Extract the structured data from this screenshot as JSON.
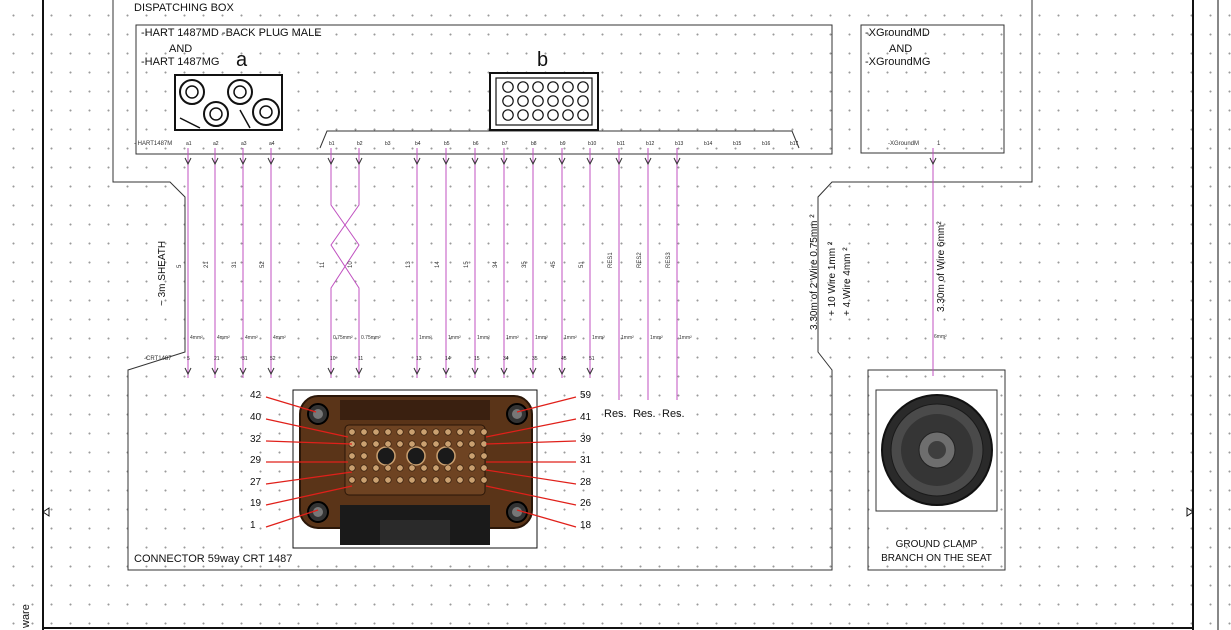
{
  "title": "DISPATCHING  BOX",
  "hart": {
    "line1": "-HART 1487MD -BACK PLUG MALE",
    "and": "AND",
    "line2": "-HART 1487MG",
    "label_a": "a",
    "label_b": "b",
    "terminal_label": "- HART1487M",
    "a_pins": [
      "a1",
      "a2",
      "a3",
      "a4"
    ],
    "b_pins": [
      "b1",
      "b2",
      "b3",
      "b4",
      "b5",
      "b6",
      "b7",
      "b8",
      "b9",
      "b10",
      "b11",
      "b12",
      "b13",
      "b14",
      "b15",
      "b16",
      "b17"
    ]
  },
  "xground": {
    "line1": "-XGroundMD",
    "and": "AND",
    "line2": "-XGroundMG",
    "terminal_label": "-XGroundM",
    "pin": "1"
  },
  "cable": {
    "sheath": "~ 3m SHEATH",
    "spec_line1": "3.30m of 2 Wire 0.75mm ²",
    "spec_line2": "+ 10 Wire 1mm ²",
    "spec_line3": "+ 4 Wire 4mm ²",
    "ground_spec": "3.30m of Wire 6mm²"
  },
  "wires": [
    {
      "id": "5",
      "section": "4mm²",
      "crt": "5"
    },
    {
      "id": "21",
      "section": "4mm²",
      "crt": "21"
    },
    {
      "id": "31",
      "section": "4mm²",
      "crt": "31"
    },
    {
      "id": "52",
      "section": "4mm²",
      "crt": "52"
    },
    {
      "id": "11",
      "section": "0.75mm²",
      "crt": "10"
    },
    {
      "id": "10",
      "section": "0.75mm²",
      "crt": "11"
    },
    {
      "id": "13",
      "section": "1mm²",
      "crt": "13"
    },
    {
      "id": "14",
      "section": "1mm²",
      "crt": "14"
    },
    {
      "id": "15",
      "section": "1mm²",
      "crt": "15"
    },
    {
      "id": "34",
      "section": "1mm²",
      "crt": "34"
    },
    {
      "id": "35",
      "section": "1mm²",
      "crt": "35"
    },
    {
      "id": "45",
      "section": "1mm²",
      "crt": "45"
    },
    {
      "id": "51",
      "section": "1mm²",
      "crt": "51"
    },
    {
      "id": "RES1",
      "section": "1mm²",
      "crt": ""
    },
    {
      "id": "RES2",
      "section": "1mm²",
      "crt": ""
    },
    {
      "id": "RES3",
      "section": "1mm²",
      "crt": ""
    }
  ],
  "ground_wire": {
    "section": "6mm²"
  },
  "crt": {
    "terminal_label": "-CRT1487",
    "connector_label": "CONNECTOR 59way CRT 1487",
    "left_pins": [
      "42",
      "40",
      "32",
      "29",
      "27",
      "19",
      "1"
    ],
    "right_pins": [
      "59",
      "41",
      "39",
      "31",
      "28",
      "26",
      "18"
    ],
    "res_labels": [
      "Res.",
      "Res.",
      "Res."
    ]
  },
  "ground_clamp": {
    "line1": "GROUND CLAMP",
    "line2": "BRANCH ON THE SEAT"
  },
  "brand": {
    "text": "ware"
  }
}
